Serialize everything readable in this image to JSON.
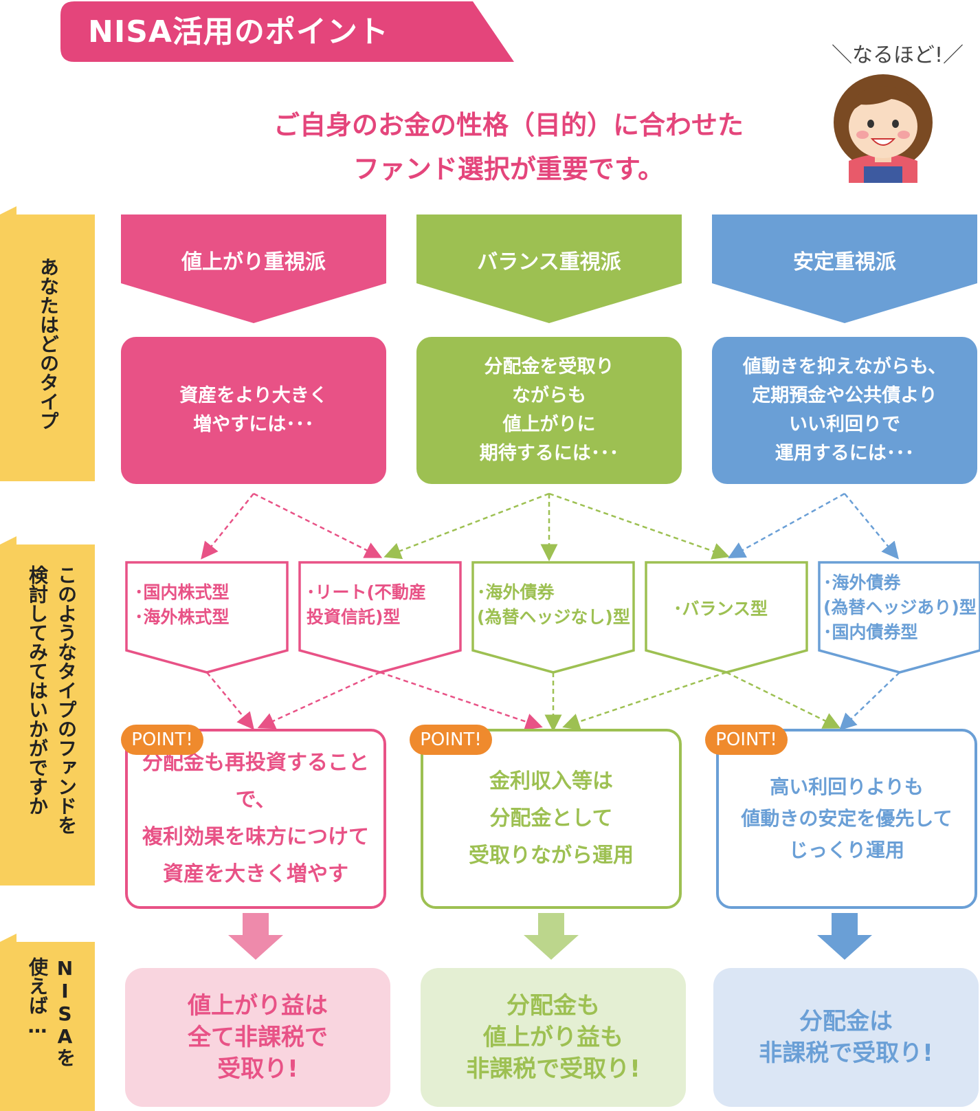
{
  "title": "NISA活用のポイント",
  "headline": {
    "line1": "ご自身のお金の性格（目的）に合わせた",
    "line2": "ファンド選択が重要です。"
  },
  "speech": "＼なるほど!／",
  "sidebar": {
    "row1": "あなたはどのタイプ",
    "row2a": "このようなタイプのファンドを",
    "row2b": "検討してみてはいかがですか",
    "row3a": "NISAを",
    "row3b": "使えば…"
  },
  "types": [
    {
      "label": "値上がり重視派",
      "color": "#e85286",
      "desc": "資産をより大きく\n増やすには･･･"
    },
    {
      "label": "バランス重視派",
      "color": "#9dc052",
      "desc": "分配金を受取り\nながらも\n値上がりに\n期待するには･･･"
    },
    {
      "label": "安定重視派",
      "color": "#6a9fd6",
      "desc": "値動きを抑えながらも、\n定期預金や公共債より\nいい利回りで\n運用するには･･･"
    }
  ],
  "funds": [
    {
      "text": "･国内株式型\n･海外株式型",
      "color": "#e85286"
    },
    {
      "text": "･リート(不動産\n投資信託)型",
      "color": "#e85286"
    },
    {
      "text": "･海外債券\n(為替ヘッジなし)型",
      "color": "#9dc052"
    },
    {
      "text": "･バランス型",
      "color": "#9dc052"
    },
    {
      "text": "･海外債券\n(為替ヘッジあり)型\n･国内債券型",
      "color": "#6a9fd6"
    }
  ],
  "badge_label": "POINT!",
  "points": [
    {
      "text": "分配金も再投資することで、\n複利効果を味方につけて\n資産を大きく増やす",
      "color": "#e85286"
    },
    {
      "text": "金利収入等は\n分配金として\n受取りながら運用",
      "color": "#9dc052"
    },
    {
      "text": "高い利回りよりも\n値動きの安定を優先して\nじっくり運用",
      "color": "#6a9fd6"
    }
  ],
  "results": [
    {
      "text": "値上がり益は\n全て非課税で\n受取り!",
      "color": "#e85286",
      "bg": "#f9d5df"
    },
    {
      "text": "分配金も\n値上がり益も\n非課税で受取り!",
      "color": "#9dc052",
      "bg": "#e4efd3"
    },
    {
      "text": "分配金は\n非課税で受取り!",
      "color": "#6a9fd6",
      "bg": "#dbe6f5"
    }
  ],
  "colors": {
    "accent": "#e4457b",
    "sidebar": "#f9cf5c",
    "badge": "#ef8a2d"
  }
}
